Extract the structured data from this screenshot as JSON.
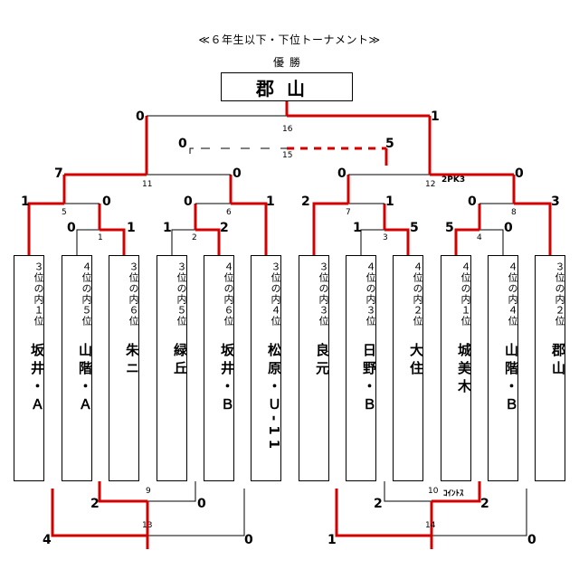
{
  "title": "≪６年生以下・下位トーナメント≫",
  "champion_label": "優勝",
  "champion": "郡山",
  "teams": [
    {
      "rank": "３位の内１位",
      "name": "坂井・Ａ"
    },
    {
      "rank": "４位の内５位",
      "name": "山階・Ａ"
    },
    {
      "rank": "３位の内６位",
      "name": "朱ニ"
    },
    {
      "rank": "３位の内５位",
      "name": "緑丘"
    },
    {
      "rank": "４位の内６位",
      "name": "坂井・Ｂ"
    },
    {
      "rank": "３位の内４位",
      "name": "松原・Ｕ-11"
    },
    {
      "rank": "３位の内３位",
      "name": "良元"
    },
    {
      "rank": "４位の内３位",
      "name": "日野・Ｂ"
    },
    {
      "rank": "４位の内２位",
      "name": "大住"
    },
    {
      "rank": "４位の内１位",
      "name": "城美木"
    },
    {
      "rank": "４位の内４位",
      "name": "山階・Ｂ"
    },
    {
      "rank": "３位の内２位",
      "name": "郡山"
    }
  ],
  "matches": {
    "m1": {
      "no": "1",
      "left": "0",
      "right": "1"
    },
    "m2": {
      "no": "2",
      "left": "1",
      "right": "2"
    },
    "m3": {
      "no": "3",
      "left": "1",
      "right": "5"
    },
    "m4": {
      "no": "4",
      "left": "5",
      "right": "0"
    },
    "m5": {
      "no": "5",
      "left": "1",
      "right": "0"
    },
    "m6": {
      "no": "6",
      "left": "0",
      "right": "1"
    },
    "m7": {
      "no": "7",
      "left": "2",
      "right": "1"
    },
    "m8": {
      "no": "8",
      "left": "0",
      "right": "3"
    },
    "m9": {
      "no": "9",
      "left": "2",
      "right": "0"
    },
    "m10": {
      "no": "10",
      "left": "2",
      "right": "2",
      "note": "ｺｲﾝﾄｽ"
    },
    "m11": {
      "no": "11",
      "left": "7",
      "right": "0"
    },
    "m12": {
      "no": "12",
      "left": "0",
      "right": "0",
      "note": "2PK3"
    },
    "m13": {
      "no": "13",
      "left": "4",
      "right": "0"
    },
    "m14": {
      "no": "14",
      "left": "1",
      "right": "0"
    },
    "m15": {
      "no": "15",
      "left": "0",
      "right": "5"
    },
    "m16": {
      "no": "16",
      "left": "0",
      "right": "1"
    }
  },
  "colors": {
    "winner_line": "#d40000",
    "line": "#000000"
  }
}
